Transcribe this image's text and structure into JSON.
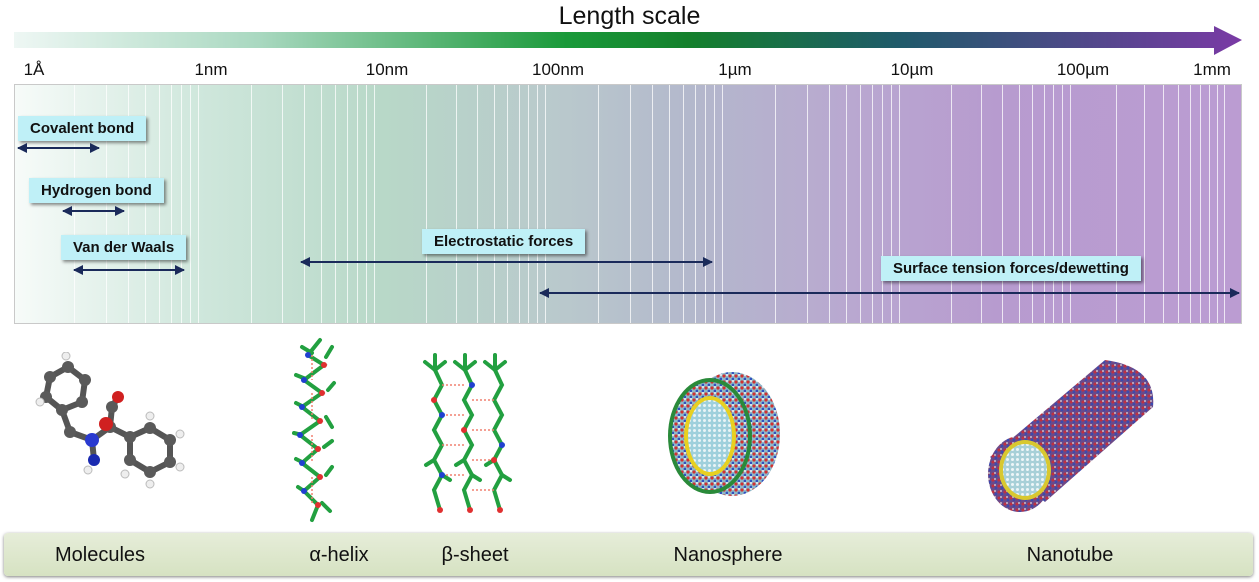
{
  "title": "Length scale",
  "colors": {
    "gradient_start": "#eaf5f1",
    "gradient_mid": "#14902e",
    "gradient_end": "#7a3aa5",
    "label_bg": "#bff0f7",
    "arrow": "#1a2a5a",
    "caption_bg": "#dde7cc"
  },
  "ticks": [
    "1Å",
    "1nm",
    "10nm",
    "100nm",
    "1µm",
    "10µm",
    "100µm",
    "1mm"
  ],
  "forces": {
    "covalent": "Covalent bond",
    "hydrogen": "Hydrogen bond",
    "vdw": "Van der Waals",
    "electrostatic": "Electrostatic forces",
    "surface": "Surface tension forces/dewetting"
  },
  "structures": {
    "molecules": "Molecules",
    "helix": "α-helix",
    "sheet": "β-sheet",
    "nanosphere": "Nanosphere",
    "nanotube": "Nanotube"
  }
}
